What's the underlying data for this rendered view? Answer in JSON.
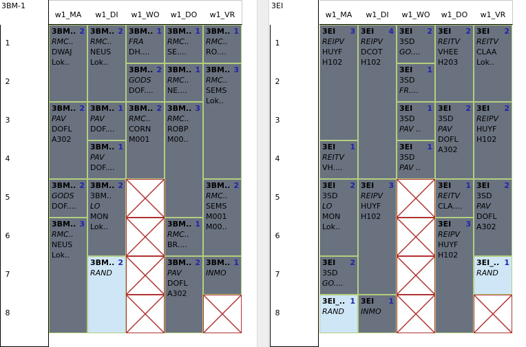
{
  "left": {
    "title": "3BM-1",
    "days": [
      "w1_MA",
      "w1_DI",
      "w1_WO",
      "w1_DO",
      "w1_VR"
    ],
    "periods": [
      "1",
      "2",
      "3",
      "4",
      "5",
      "6",
      "7",
      "8"
    ],
    "cells": [
      {
        "day": 0,
        "start": 1,
        "span": 2,
        "code": "3BM..",
        "count": "2",
        "lines": [
          {
            "t": "RMC..",
            "i": true
          },
          {
            "t": "DWAJ",
            "i": false
          },
          {
            "t": "Lok..",
            "i": false
          }
        ]
      },
      {
        "day": 1,
        "start": 1,
        "span": 2,
        "code": "3BM..",
        "count": "2",
        "lines": [
          {
            "t": "RMC..",
            "i": true
          },
          {
            "t": "NEUS",
            "i": false
          },
          {
            "t": "Lok..",
            "i": false
          }
        ]
      },
      {
        "day": 2,
        "start": 1,
        "span": 1,
        "code": "3BM..",
        "count": "1",
        "lines": [
          {
            "t": "FRA",
            "i": true
          },
          {
            "t": "DH....",
            "i": false
          }
        ]
      },
      {
        "day": 3,
        "start": 1,
        "span": 1,
        "code": "3BM..",
        "count": "1",
        "lines": [
          {
            "t": "RMC..",
            "i": true
          },
          {
            "t": "SE....",
            "i": false
          }
        ]
      },
      {
        "day": 4,
        "start": 1,
        "span": 1,
        "code": "3BM..",
        "count": "1",
        "lines": [
          {
            "t": "RMC..",
            "i": true
          },
          {
            "t": "RO....",
            "i": false
          }
        ]
      },
      {
        "day": 2,
        "start": 2,
        "span": 1,
        "code": "3BM..",
        "count": "2",
        "lines": [
          {
            "t": "GODS",
            "i": true
          },
          {
            "t": "DOF....",
            "i": false
          }
        ]
      },
      {
        "day": 3,
        "start": 2,
        "span": 1,
        "code": "3BM..",
        "count": "1",
        "lines": [
          {
            "t": "RMC..",
            "i": true
          },
          {
            "t": "NE....",
            "i": false
          }
        ]
      },
      {
        "day": 4,
        "start": 2,
        "span": 3,
        "code": "3BM..",
        "count": "3",
        "lines": [
          {
            "t": "RMC..",
            "i": true
          },
          {
            "t": "SEMS",
            "i": false
          },
          {
            "t": "Lok..",
            "i": false
          }
        ]
      },
      {
        "day": 0,
        "start": 3,
        "span": 2,
        "code": "3BM..",
        "count": "2",
        "lines": [
          {
            "t": "PAV",
            "i": true
          },
          {
            "t": "DOFL",
            "i": false
          },
          {
            "t": "A302",
            "i": false
          }
        ]
      },
      {
        "day": 1,
        "start": 3,
        "span": 1,
        "code": "3BM..",
        "count": "1",
        "lines": [
          {
            "t": "PAV",
            "i": true
          },
          {
            "t": "DOF....",
            "i": false
          }
        ]
      },
      {
        "day": 2,
        "start": 3,
        "span": 2,
        "code": "3BM..",
        "count": "2",
        "lines": [
          {
            "t": "RMC..",
            "i": true
          },
          {
            "t": "CORN",
            "i": false
          },
          {
            "t": "M001",
            "i": false
          }
        ]
      },
      {
        "day": 3,
        "start": 3,
        "span": 3,
        "code": "3BM..",
        "count": "3",
        "lines": [
          {
            "t": "RMC..",
            "i": true
          },
          {
            "t": "ROBP",
            "i": false
          },
          {
            "t": "M00..",
            "i": false
          }
        ]
      },
      {
        "day": 1,
        "start": 4,
        "span": 1,
        "code": "3BM..",
        "count": "1",
        "lines": [
          {
            "t": "PAV",
            "i": true
          },
          {
            "t": "DOF....",
            "i": false
          }
        ]
      },
      {
        "day": 0,
        "start": 5,
        "span": 1,
        "code": "3BM..",
        "count": "2",
        "lines": [
          {
            "t": "GODS",
            "i": true
          },
          {
            "t": "DOF....",
            "i": false
          }
        ]
      },
      {
        "day": 1,
        "start": 5,
        "span": 2,
        "code": "3BM..",
        "count": "2",
        "lines": [
          {
            "t": "3BM..",
            "i": false
          },
          {
            "t": "LO",
            "i": true
          },
          {
            "t": "MON",
            "i": false
          },
          {
            "t": "Lok..",
            "i": false
          }
        ]
      },
      {
        "day": 4,
        "start": 5,
        "span": 2,
        "code": "3BM..",
        "count": "2",
        "lines": [
          {
            "t": "RMC..",
            "i": true
          },
          {
            "t": "SEMS",
            "i": false
          },
          {
            "t": "M001",
            "i": false
          },
          {
            "t": "M00..",
            "i": false
          }
        ]
      },
      {
        "day": 0,
        "start": 6,
        "span": 3,
        "code": "3BM..",
        "count": "3",
        "lines": [
          {
            "t": "RMC..",
            "i": true
          },
          {
            "t": "NEUS",
            "i": false
          },
          {
            "t": "Lok..",
            "i": false
          }
        ]
      },
      {
        "day": 3,
        "start": 6,
        "span": 1,
        "code": "3BM..",
        "count": "1",
        "lines": [
          {
            "t": "RMC..",
            "i": true
          },
          {
            "t": "BR....",
            "i": false
          }
        ]
      },
      {
        "day": 1,
        "start": 7,
        "span": 2,
        "light": true,
        "code": "3BM..",
        "count": "2",
        "lines": [
          {
            "t": "RAND",
            "i": true
          }
        ]
      },
      {
        "day": 3,
        "start": 7,
        "span": 2,
        "code": "3BM..",
        "count": "2",
        "lines": [
          {
            "t": "PAV",
            "i": true
          },
          {
            "t": "DOFL",
            "i": false
          },
          {
            "t": "A302",
            "i": false
          }
        ]
      },
      {
        "day": 4,
        "start": 7,
        "span": 1,
        "code": "3BM..",
        "count": "1",
        "lines": [
          {
            "t": "INMO",
            "i": true
          }
        ]
      }
    ],
    "blocked": [
      {
        "day": 2,
        "start": 5,
        "span": 1
      },
      {
        "day": 2,
        "start": 6,
        "span": 1
      },
      {
        "day": 2,
        "start": 7,
        "span": 1
      },
      {
        "day": 2,
        "start": 8,
        "span": 1
      },
      {
        "day": 4,
        "start": 8,
        "span": 1
      }
    ]
  },
  "right": {
    "title": "3EI",
    "days": [
      "w1_MA",
      "w1_DI",
      "w1_WO",
      "w1_DO",
      "w1_VR"
    ],
    "periods": [
      "1",
      "2",
      "3",
      "4",
      "5",
      "6",
      "7",
      "8"
    ],
    "cells": [
      {
        "day": 0,
        "start": 1,
        "span": 3,
        "code": "3EI",
        "count": "3",
        "lines": [
          {
            "t": "REIPV",
            "i": true
          },
          {
            "t": "HUYF",
            "i": false
          },
          {
            "t": "H102",
            "i": false
          }
        ]
      },
      {
        "day": 1,
        "start": 1,
        "span": 4,
        "code": "3EI",
        "count": "4",
        "lines": [
          {
            "t": "REIPV",
            "i": true
          },
          {
            "t": "DCOT",
            "i": false
          },
          {
            "t": "H102",
            "i": false
          }
        ]
      },
      {
        "day": 2,
        "start": 1,
        "span": 1,
        "code": "3EI",
        "count": "2",
        "lines": [
          {
            "t": "3SD",
            "i": false
          },
          {
            "t": "GO....",
            "i": true
          }
        ]
      },
      {
        "day": 3,
        "start": 1,
        "span": 2,
        "code": "3EI",
        "count": "2",
        "lines": [
          {
            "t": "REITV",
            "i": true
          },
          {
            "t": "VHEE",
            "i": false
          },
          {
            "t": "H203",
            "i": false
          }
        ]
      },
      {
        "day": 4,
        "start": 1,
        "span": 2,
        "code": "3EI",
        "count": "2",
        "lines": [
          {
            "t": "REITV",
            "i": true
          },
          {
            "t": "CLAA",
            "i": false
          },
          {
            "t": "Lok..",
            "i": false
          }
        ]
      },
      {
        "day": 2,
        "start": 2,
        "span": 1,
        "code": "3EI",
        "count": "1",
        "lines": [
          {
            "t": "3SD",
            "i": false
          },
          {
            "t": "FR....",
            "i": true
          }
        ]
      },
      {
        "day": 2,
        "start": 3,
        "span": 1,
        "code": "3EI",
        "count": "1",
        "lines": [
          {
            "t": "3SD",
            "i": false
          },
          {
            "t": "PAV ..",
            "i": true
          }
        ]
      },
      {
        "day": 3,
        "start": 3,
        "span": 2,
        "code": "3EI",
        "count": "2",
        "lines": [
          {
            "t": "3SD",
            "i": false
          },
          {
            "t": "PAV",
            "i": true
          },
          {
            "t": "DOFL",
            "i": false
          },
          {
            "t": "A302",
            "i": false
          }
        ]
      },
      {
        "day": 4,
        "start": 3,
        "span": 2,
        "code": "3EI",
        "count": "2",
        "lines": [
          {
            "t": "REIPV",
            "i": true
          },
          {
            "t": "HUYF",
            "i": false
          },
          {
            "t": "H102",
            "i": false
          }
        ]
      },
      {
        "day": 0,
        "start": 4,
        "span": 1,
        "code": "3EI",
        "count": "1",
        "lines": [
          {
            "t": "REITV",
            "i": true
          },
          {
            "t": "VH....",
            "i": false
          }
        ]
      },
      {
        "day": 2,
        "start": 4,
        "span": 1,
        "code": "3EI",
        "count": "1",
        "lines": [
          {
            "t": "3SD",
            "i": false
          },
          {
            "t": "PAV ..",
            "i": true
          }
        ]
      },
      {
        "day": 0,
        "start": 5,
        "span": 2,
        "code": "3EI",
        "count": "2",
        "lines": [
          {
            "t": "3SD",
            "i": false
          },
          {
            "t": "LO",
            "i": true
          },
          {
            "t": "MON",
            "i": false
          },
          {
            "t": "Lok..",
            "i": false
          }
        ]
      },
      {
        "day": 1,
        "start": 5,
        "span": 3,
        "code": "3EI",
        "count": "3",
        "lines": [
          {
            "t": "REIPV",
            "i": true
          },
          {
            "t": "HUYF",
            "i": false
          },
          {
            "t": "H102",
            "i": false
          }
        ]
      },
      {
        "day": 3,
        "start": 5,
        "span": 1,
        "code": "3EI",
        "count": "1",
        "lines": [
          {
            "t": "REITV",
            "i": true
          },
          {
            "t": "CLA....",
            "i": false
          }
        ]
      },
      {
        "day": 4,
        "start": 5,
        "span": 2,
        "code": "3EI",
        "count": "2",
        "lines": [
          {
            "t": "3SD",
            "i": false
          },
          {
            "t": "PAV",
            "i": true
          },
          {
            "t": "DOFL",
            "i": false
          },
          {
            "t": "A302",
            "i": false
          }
        ]
      },
      {
        "day": 3,
        "start": 6,
        "span": 3,
        "code": "3EI",
        "count": "3",
        "lines": [
          {
            "t": "REIPV",
            "i": true
          },
          {
            "t": "HUYF",
            "i": false
          },
          {
            "t": "H102",
            "i": false
          }
        ]
      },
      {
        "day": 0,
        "start": 7,
        "span": 1,
        "code": "3EI",
        "count": "2",
        "lines": [
          {
            "t": "3SD",
            "i": false
          },
          {
            "t": "GO....",
            "i": true
          }
        ]
      },
      {
        "day": 4,
        "start": 7,
        "span": 1,
        "light": true,
        "code": "3EI_..",
        "count": "1",
        "lines": [
          {
            "t": "RAND",
            "i": true
          }
        ]
      },
      {
        "day": 0,
        "start": 8,
        "span": 1,
        "light": true,
        "code": "3EI_..",
        "count": "1",
        "lines": [
          {
            "t": "RAND",
            "i": true
          }
        ]
      },
      {
        "day": 1,
        "start": 8,
        "span": 1,
        "code": "3EI",
        "count": "1",
        "lines": [
          {
            "t": "INMO",
            "i": true
          }
        ]
      }
    ],
    "blocked": [
      {
        "day": 2,
        "start": 5,
        "span": 1
      },
      {
        "day": 2,
        "start": 6,
        "span": 1
      },
      {
        "day": 2,
        "start": 7,
        "span": 1
      },
      {
        "day": 2,
        "start": 8,
        "span": 1
      },
      {
        "day": 4,
        "start": 8,
        "span": 1
      }
    ]
  }
}
